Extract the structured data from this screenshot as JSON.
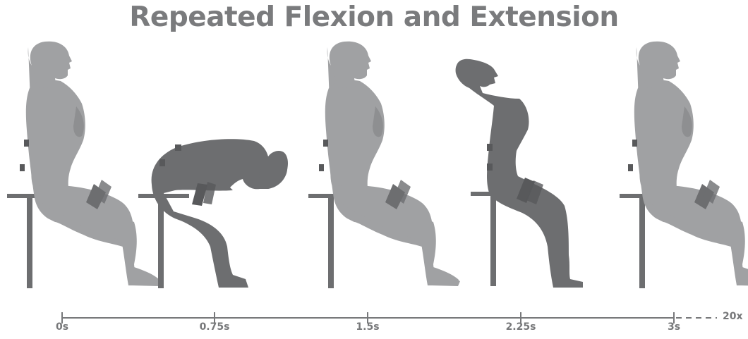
{
  "title": "Repeated Flexion and Extension",
  "timeline": {
    "ticks": [
      "0s",
      "0.75s",
      "1.5s",
      "2.25s",
      "3s"
    ],
    "repeat": "20x"
  },
  "poses": [
    "upright",
    "flexion",
    "upright",
    "extension",
    "upright"
  ],
  "colors": {
    "title": "#7a7b7d",
    "light_figure": "#a0a1a3",
    "dark_figure": "#6d6e70",
    "stool": "#6d6e70",
    "sensor": "#58595b",
    "timeline": "#77787a"
  }
}
